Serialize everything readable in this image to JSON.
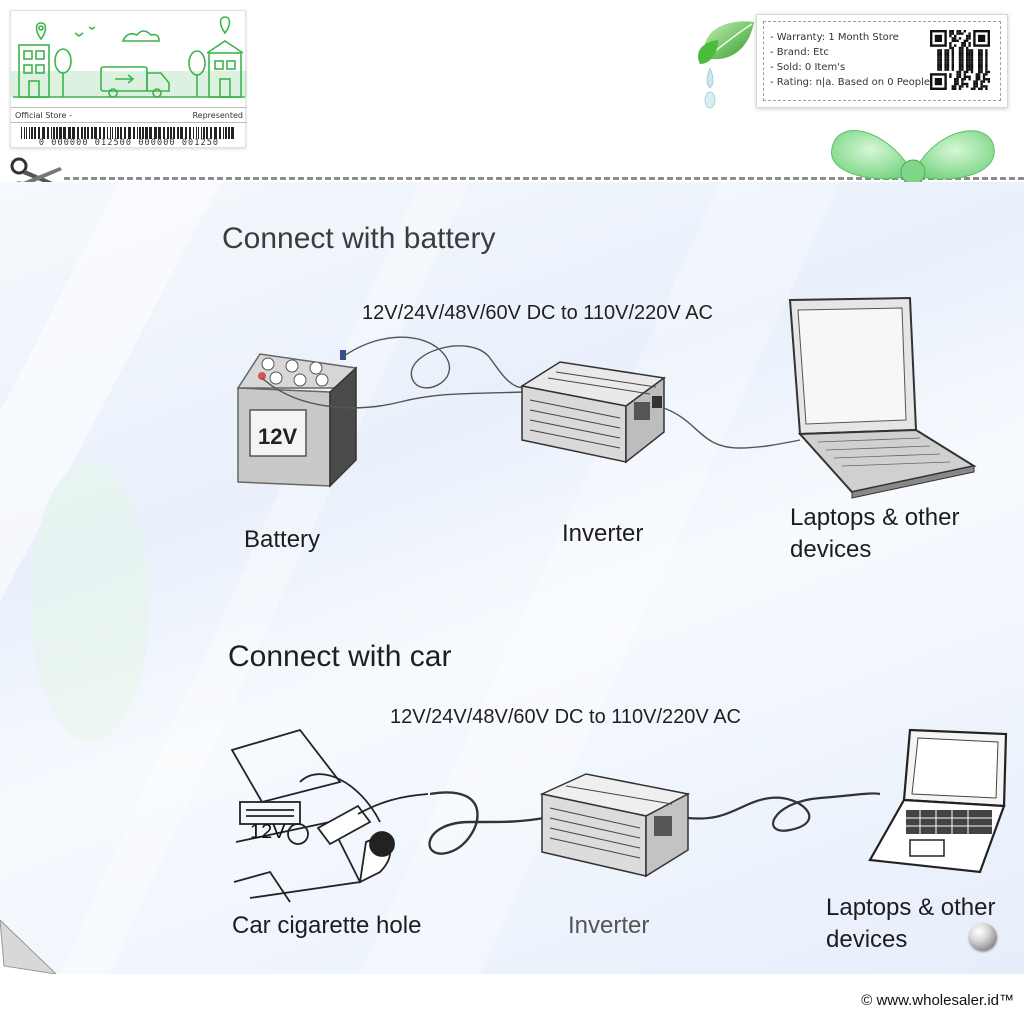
{
  "store_card": {
    "official_label": "Official Store -",
    "represented_label": "Represented",
    "barcode_number": "0 000000 012500 000000 001250"
  },
  "info_card": {
    "items": [
      "- Warranty: 1 Month Store",
      "- Brand: Etc",
      "- Sold: 0 Item's",
      "- Rating: n|a. Based on 0 People"
    ]
  },
  "diagram_battery": {
    "title": "Connect with battery",
    "voltage_text": "12V/24V/48V/60V DC to 110V/220V AC",
    "battery_label": "12V",
    "caption_battery": "Battery",
    "caption_inverter": "Inverter",
    "caption_laptop_line1": "Laptops & other",
    "caption_laptop_line2": "devices"
  },
  "diagram_car": {
    "title": "Connect with car",
    "voltage_text": "12V/24V/48V/60V DC to 110V/220V AC",
    "dash_label": "12V",
    "caption_car": "Car cigarette hole",
    "caption_inverter": "Inverter",
    "caption_laptop_line1": "Laptops & other",
    "caption_laptop_line2": "devices"
  },
  "footer": {
    "copyright": "© www.wholesaler.id™"
  },
  "colors": {
    "brand_green": "#3cb44b",
    "leaf_green": "#8ee08e",
    "cut_line": "#8d8d8d"
  },
  "icons": [
    "scissors-icon",
    "leaf-icon",
    "bow-icon",
    "qr-code-icon",
    "barcode-icon",
    "page-corner-icon",
    "orb-icon"
  ]
}
